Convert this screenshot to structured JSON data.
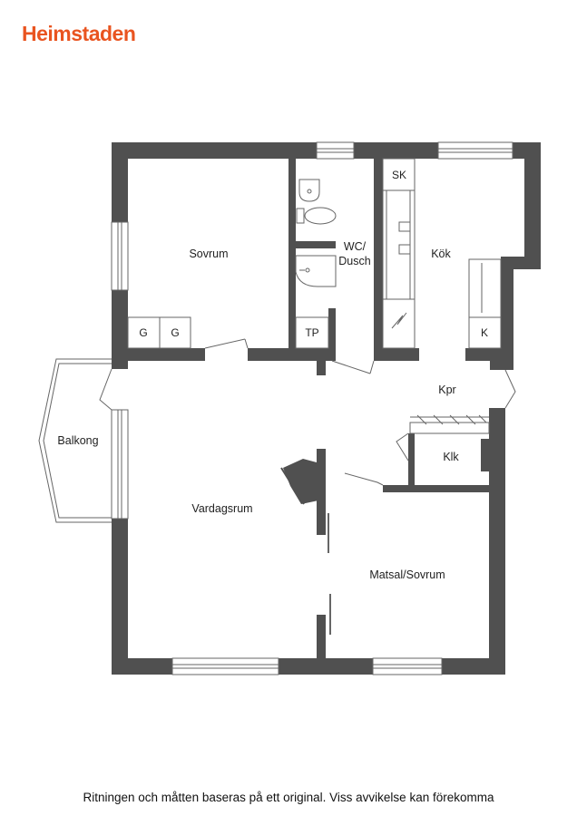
{
  "brand": {
    "name": "Heimstaden",
    "color": "#E95420"
  },
  "rooms": {
    "sovrum": "Sovrum",
    "wc": "WC/",
    "dusch": "Dusch",
    "kok": "Kök",
    "balkong": "Balkong",
    "kpr": "Kpr",
    "klk": "Klk",
    "vardagsrum": "Vardagsrum",
    "matsal": "Matsal/Sovrum"
  },
  "fixtures": {
    "g1": "G",
    "g2": "G",
    "tp": "TP",
    "sk": "SK",
    "k": "K"
  },
  "colors": {
    "wall": "#505050",
    "line": "#666666"
  },
  "footer": "Ritningen och måtten baseras på ett original. Viss avvikelse kan förekomma"
}
